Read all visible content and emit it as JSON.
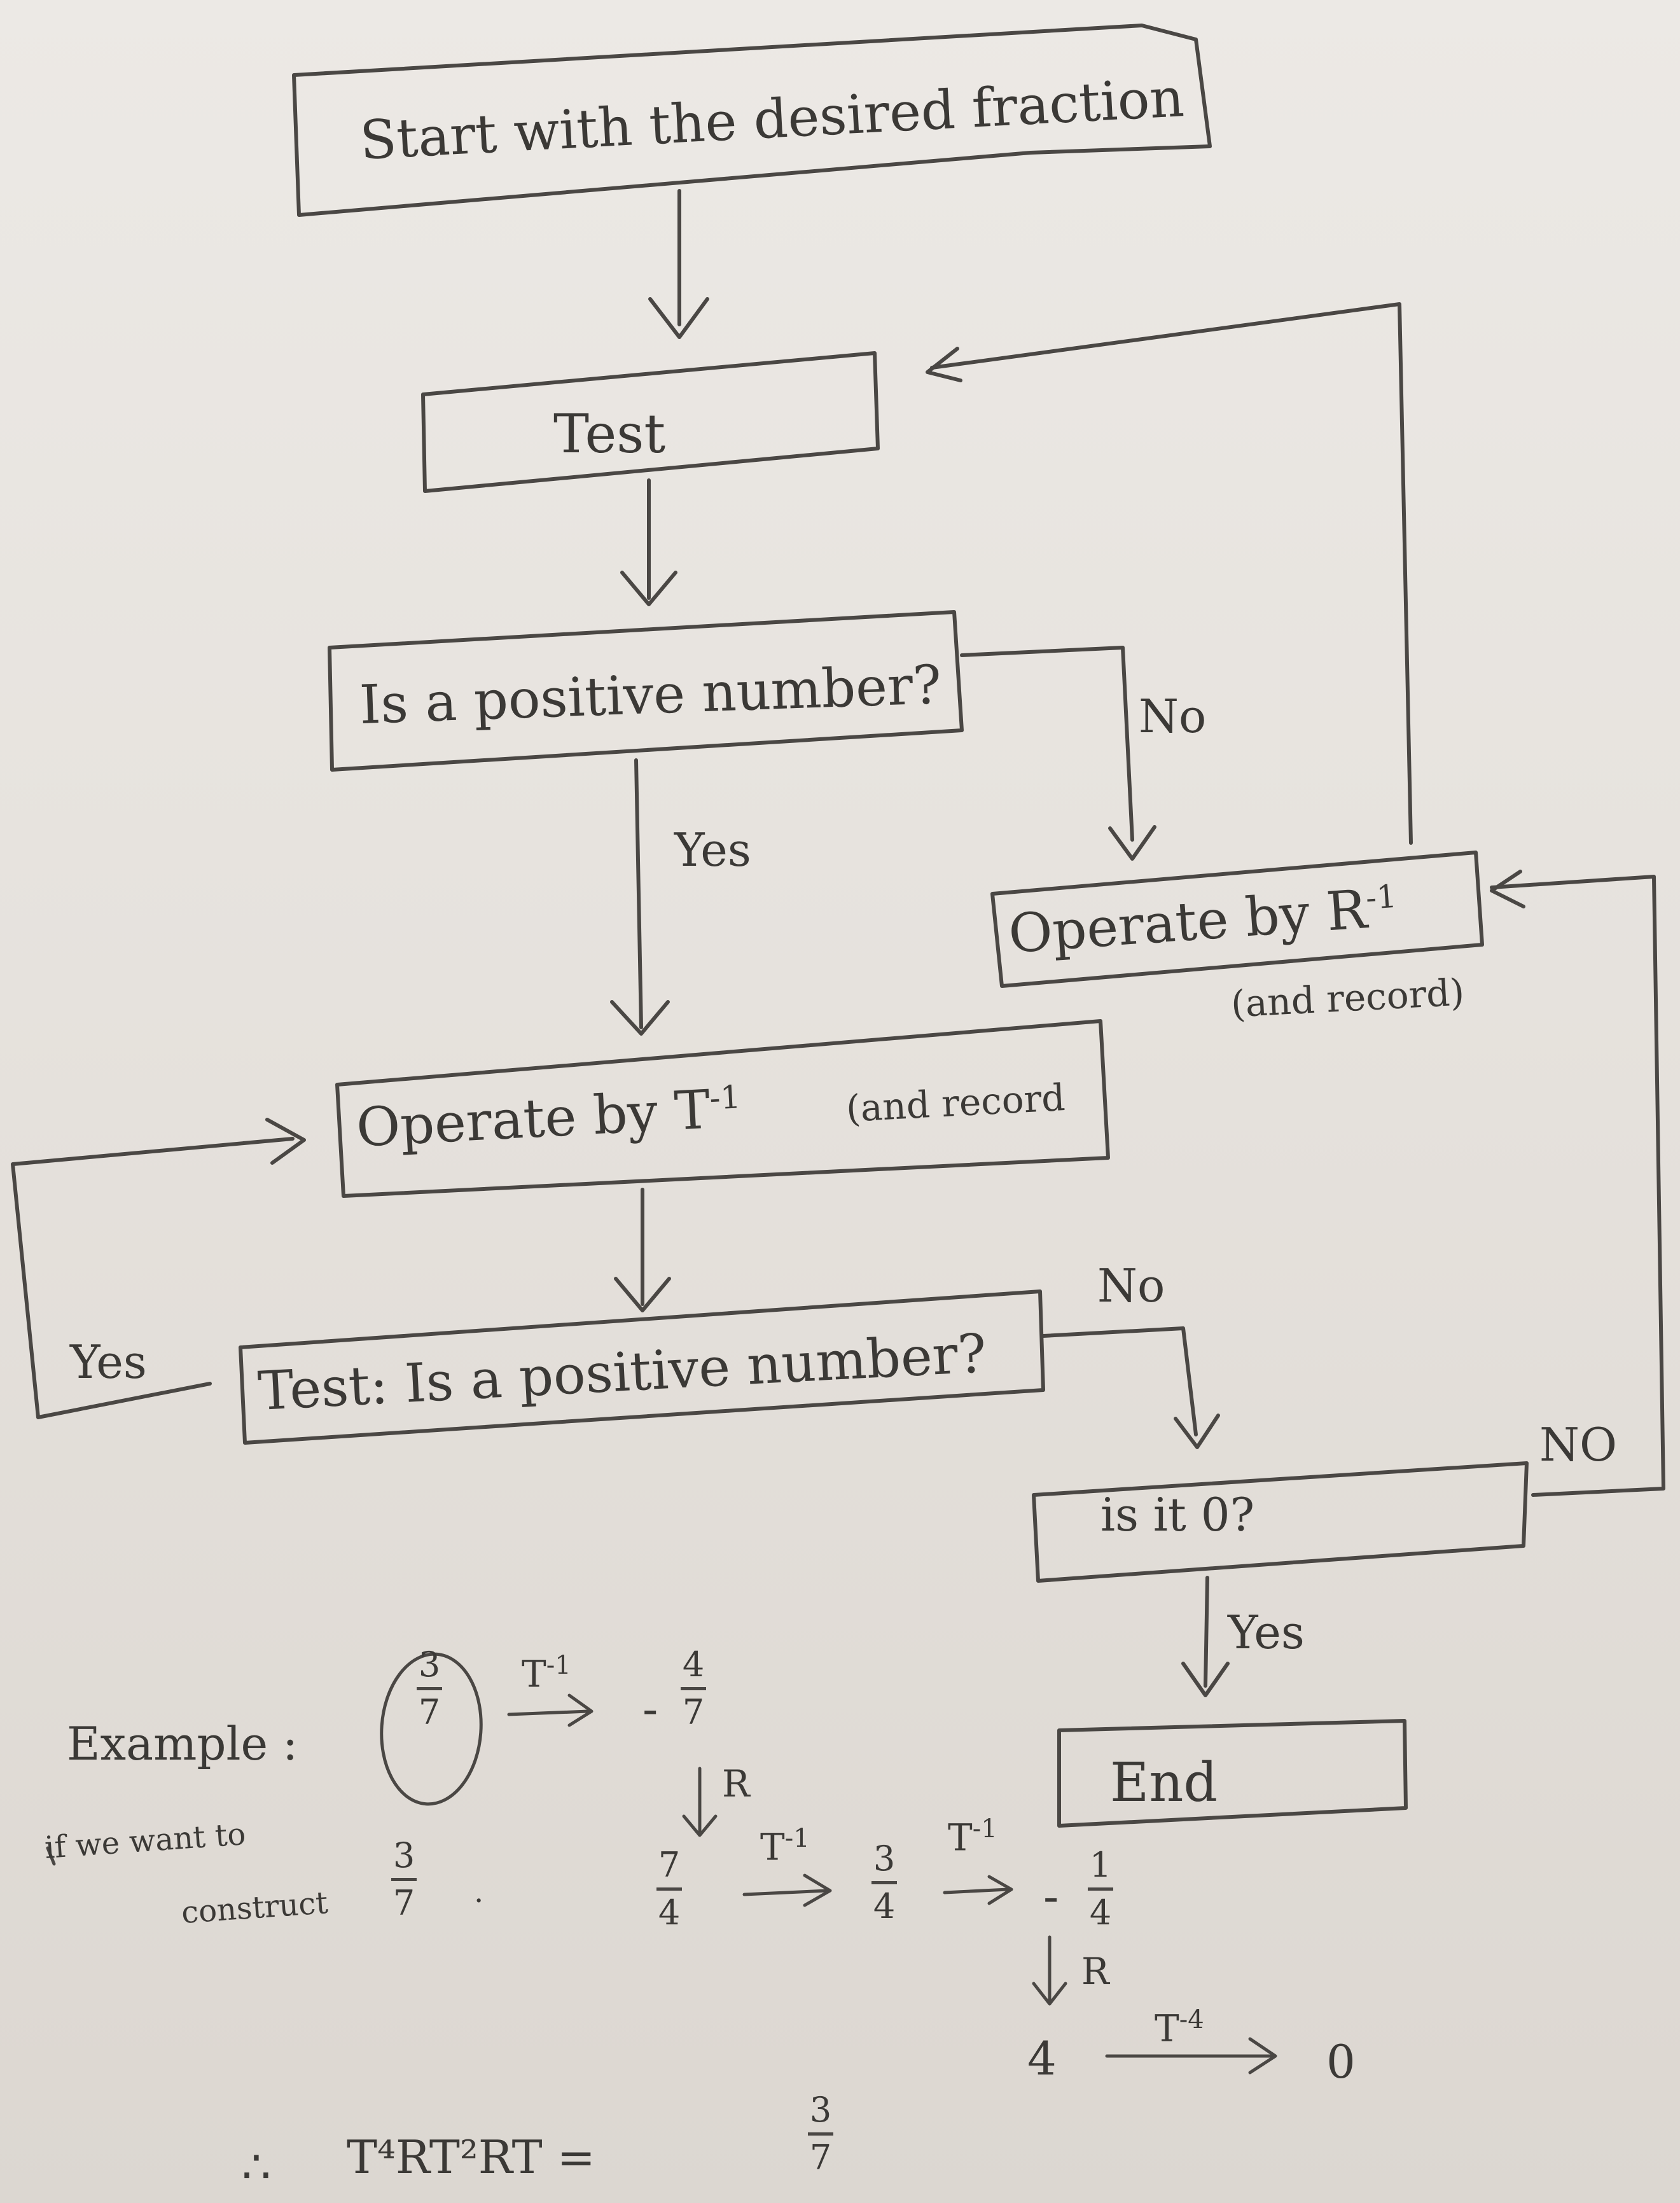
{
  "flowchart": {
    "start": "Start with the desired fraction",
    "test": "Test",
    "is_positive_1": "Is a positive number?",
    "no_1": "No",
    "yes_1": "Yes",
    "operate_r": "Operate by R",
    "operate_r_exp": "-1",
    "operate_r_note": "(and record)",
    "operate_t": "Operate by T",
    "operate_t_exp": "-1",
    "operate_t_note": "(and record",
    "yes_2": "Yes",
    "test_positive_2": "Test: Is a positive number?",
    "no_2": "No",
    "is_it_zero": "is it 0?",
    "no_3": "NO",
    "yes_3": "Yes",
    "end": "End"
  },
  "example": {
    "label": "Example :",
    "note_line1": "if we want to",
    "note_line2": "construct",
    "note_frac": {
      "n": "3",
      "d": "7"
    },
    "note_dot": ".",
    "start_frac": {
      "n": "3",
      "d": "7"
    },
    "op1": "T",
    "op1_exp": "-1",
    "result1_sign": "-",
    "result1": {
      "n": "4",
      "d": "7"
    },
    "r_label_1": "R",
    "frac2": {
      "n": "7",
      "d": "4"
    },
    "op2": "T",
    "op2_exp": "-1",
    "frac3": {
      "n": "3",
      "d": "4"
    },
    "op3": "T",
    "op3_exp": "-1",
    "result3_sign": "-",
    "result3": {
      "n": "1",
      "d": "4"
    },
    "r_label_2": "R",
    "four": "4",
    "op4": "T",
    "op4_exp": "-4",
    "zero": "0",
    "conclusion_prefix": "∴",
    "conclusion": "T⁴RT²RT =",
    "conclusion_frac": {
      "n": "3",
      "d": "7"
    }
  }
}
